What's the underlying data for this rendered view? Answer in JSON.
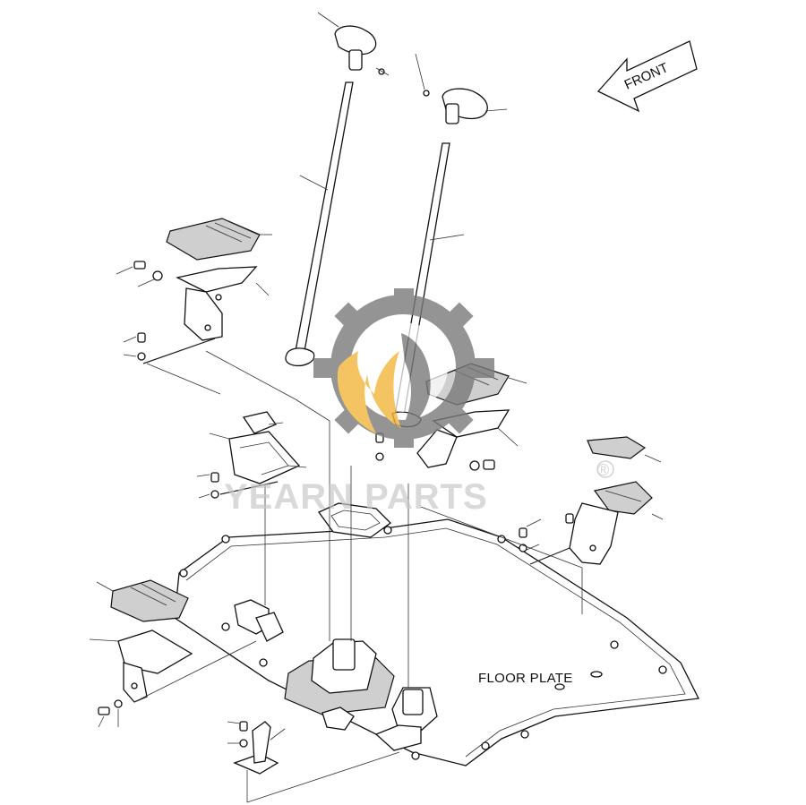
{
  "diagram": {
    "direction_label": "FRONT",
    "floor_plate_label": "FLOOR PLATE"
  },
  "watermark": {
    "brand_text": "YEARN PARTS",
    "registered_mark": "®",
    "gear_color": "#7a7a7a",
    "flame_color": "#f2b63c"
  }
}
